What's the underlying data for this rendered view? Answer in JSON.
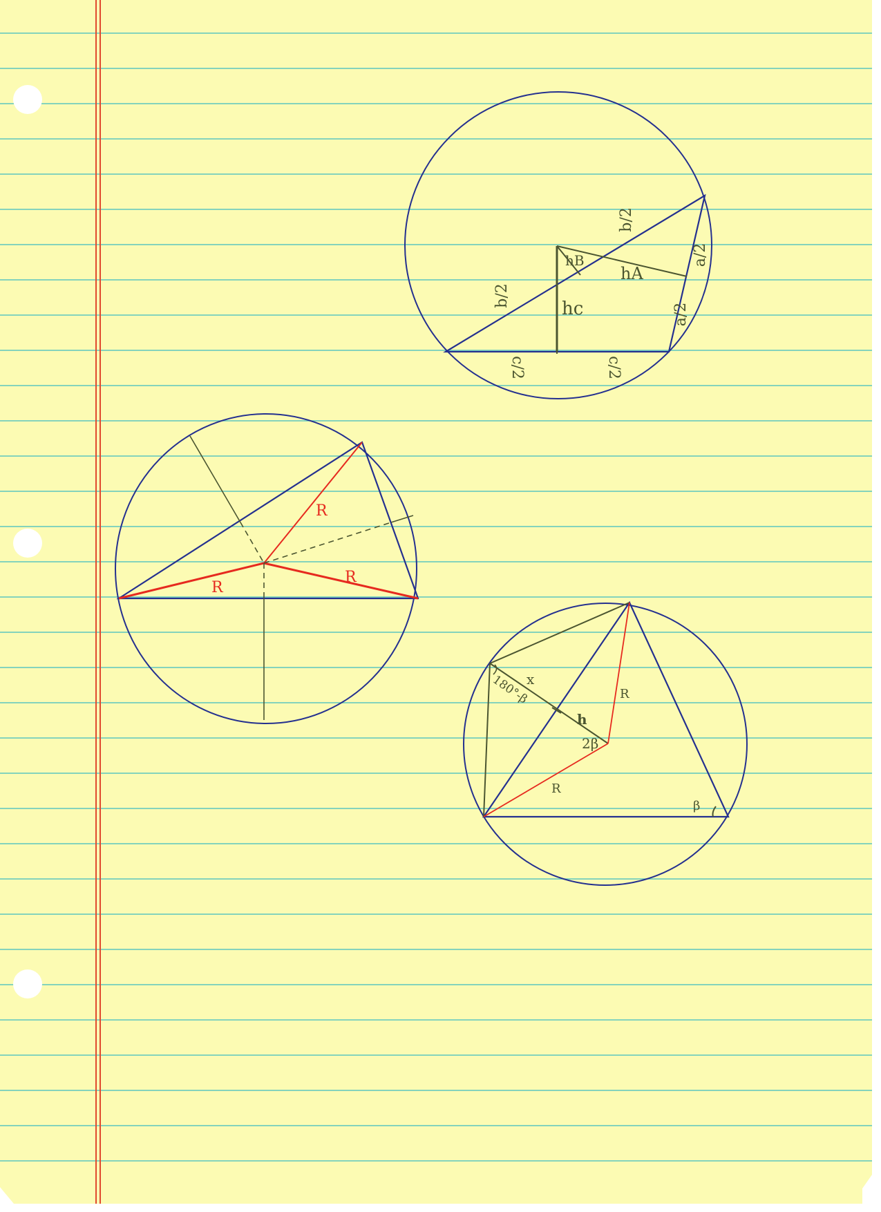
{
  "colors": {
    "paper": "#fcfbb3",
    "rule_line": "#5cc6c0",
    "margin_line": "#e0492e",
    "ink_blue": "#24308f",
    "ink_red": "#e62a1f",
    "ink_olive": "#4b5530",
    "background": "#ffffff"
  },
  "diagrams": [
    {
      "id": "circle-top-right",
      "labels": {
        "b_half_upper": "b/2",
        "b_half_lower": "b/2",
        "a_half_upper": "a/2",
        "a_half_lower": "a/2",
        "c_half_left": "c/2",
        "c_half_right": "c/2",
        "h_B": "hB",
        "h_A": "hA",
        "h_C": "hc"
      }
    },
    {
      "id": "circle-middle-left",
      "labels": {
        "radius_upper": "R",
        "radius_left": "R",
        "radius_right": "R"
      }
    },
    {
      "id": "circle-bottom-right",
      "labels": {
        "angle_supplement": "180°-β",
        "segment_x": "x",
        "segment_h": "h",
        "central_angle": "2β",
        "radius_right": "R",
        "radius_lower": "R",
        "angle_beta": "β"
      }
    }
  ]
}
